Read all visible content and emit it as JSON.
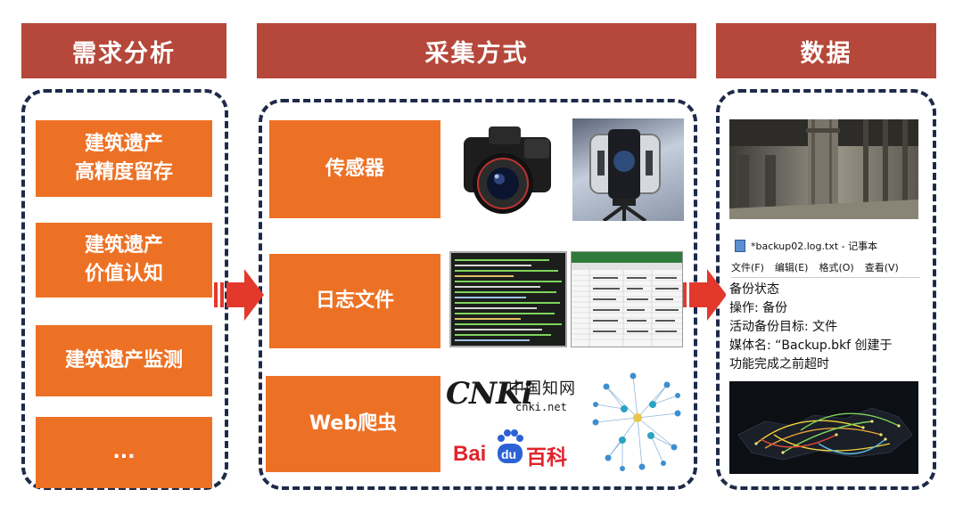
{
  "headers": {
    "requirements": "需求分析",
    "collection": "采集方式",
    "data": "数据"
  },
  "requirements_items": [
    {
      "line1": "建筑遗产",
      "line2": "高精度留存"
    },
    {
      "line1": "建筑遗产",
      "line2": "价值认知"
    },
    {
      "line1": "建筑遗产监测",
      "line2": ""
    },
    {
      "line1": "...",
      "line2": ""
    }
  ],
  "collection_items": {
    "sensor": "传感器",
    "log_file": "日志文件",
    "web_crawler": "Web爬虫"
  },
  "logos": {
    "cnki_mark": "CNKi",
    "cnki_cn": "中国知网",
    "cnki_url": "cnki.net",
    "baidu_bai": "Bai",
    "baidu_du": "du",
    "baidu_baike": "百科"
  },
  "notepad": {
    "title": "*backup02.log.txt - 记事本",
    "menu": [
      "文件(F)",
      "编辑(E)",
      "格式(O)",
      "查看(V)"
    ],
    "lines": [
      "备份状态",
      "操作: 备份",
      "活动备份目标: 文件",
      "媒体名: “Backup.bkf 创建于",
      "功能完成之前超时"
    ]
  },
  "colors": {
    "header": "#b5483a",
    "box": "#ed7125",
    "arrow": "#e2392c",
    "border": "#1f2a4a"
  }
}
